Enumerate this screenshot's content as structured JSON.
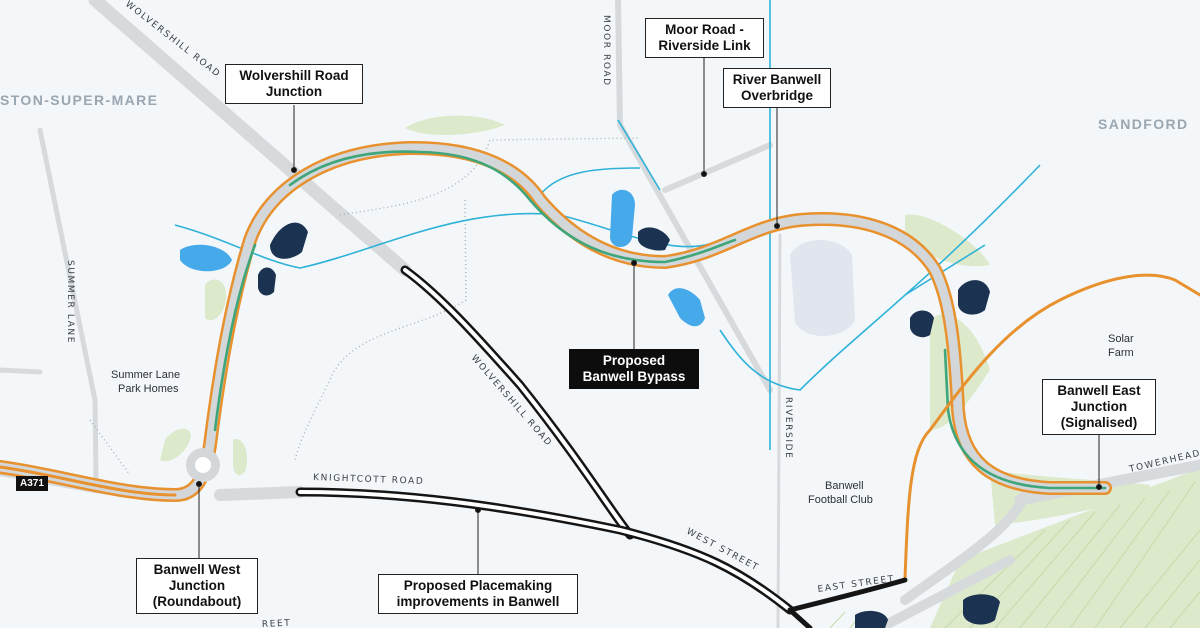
{
  "callouts": {
    "wolvershill_junction": "Wolvershill Road\nJunction",
    "moor_riverside_link": "Moor Road -\nRiverside Link",
    "river_overbridge": "River Banwell\nOverbridge",
    "proposed_bypass": "Proposed\nBanwell Bypass",
    "banwell_west": "Banwell West\nJunction\n(Roundabout)",
    "placemaking": "Proposed Placemaking\nimprovements in Banwell",
    "banwell_east": "Banwell East\nJunction\n(Signalised)"
  },
  "road_labels": {
    "wolvershill_road_north": "WOLVERSHILL ROAD",
    "wolvershill_road_south": "WOLVERSHILL ROAD",
    "moor_road": "MOOR ROAD",
    "summer_lane": "SUMMER LANE",
    "knightcott_road": "KNIGHTCOTT ROAD",
    "west_street": "WEST STREET",
    "east_street": "EAST STREET",
    "riverside": "RIVERSIDE",
    "towerhead": "TOWERHEAD",
    "a371": "A371",
    "bottom_edge": "REET"
  },
  "places": {
    "weston": "STON-SUPER-MARE",
    "sandford": "SANDFORD",
    "summer_lane_park_homes": "Summer Lane\nPark Homes",
    "solar_farm": "Solar\nFarm",
    "football_club": "Banwell\nFootball Club"
  },
  "colors": {
    "background": "#f4f7fa",
    "road_grey": "#d3d7da",
    "bypass_orange": "#e8912f",
    "bypass_green": "#3fa57a",
    "river_blue": "#2fb2d8",
    "pond_blue": "#45a9ea",
    "building_navy": "#1b3350",
    "green_space": "#dde9cb",
    "placemaking_black": "#151515"
  }
}
